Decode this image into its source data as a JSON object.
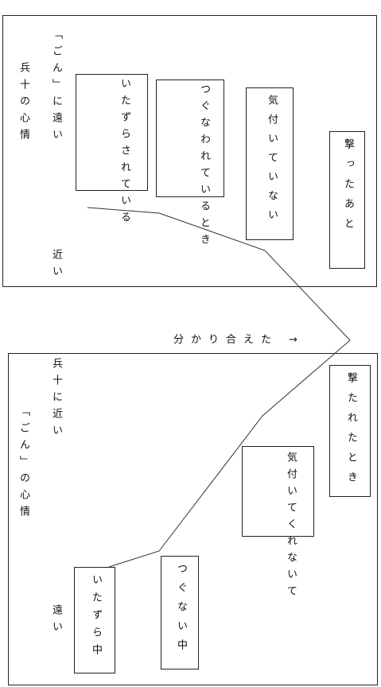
{
  "top": {
    "left_label_main": "兵十の心情",
    "left_label_gon": "「ごん」に遠い",
    "near_label": "近い",
    "box1": "いたずらされている",
    "box2": "つぐなわれているとき",
    "box3": "気付いていない",
    "box4": "撃ったあと"
  },
  "middle": {
    "arrow_label": "分かり合えた →"
  },
  "bottom": {
    "left_label_main": "兵十に近い",
    "left_label_gon": "「ごん」の心情",
    "far_label": "遠い",
    "box1": "撃たれたとき",
    "box2": "気付いてくれないて",
    "box3": "つぐない中",
    "box4": "いたずら中"
  }
}
